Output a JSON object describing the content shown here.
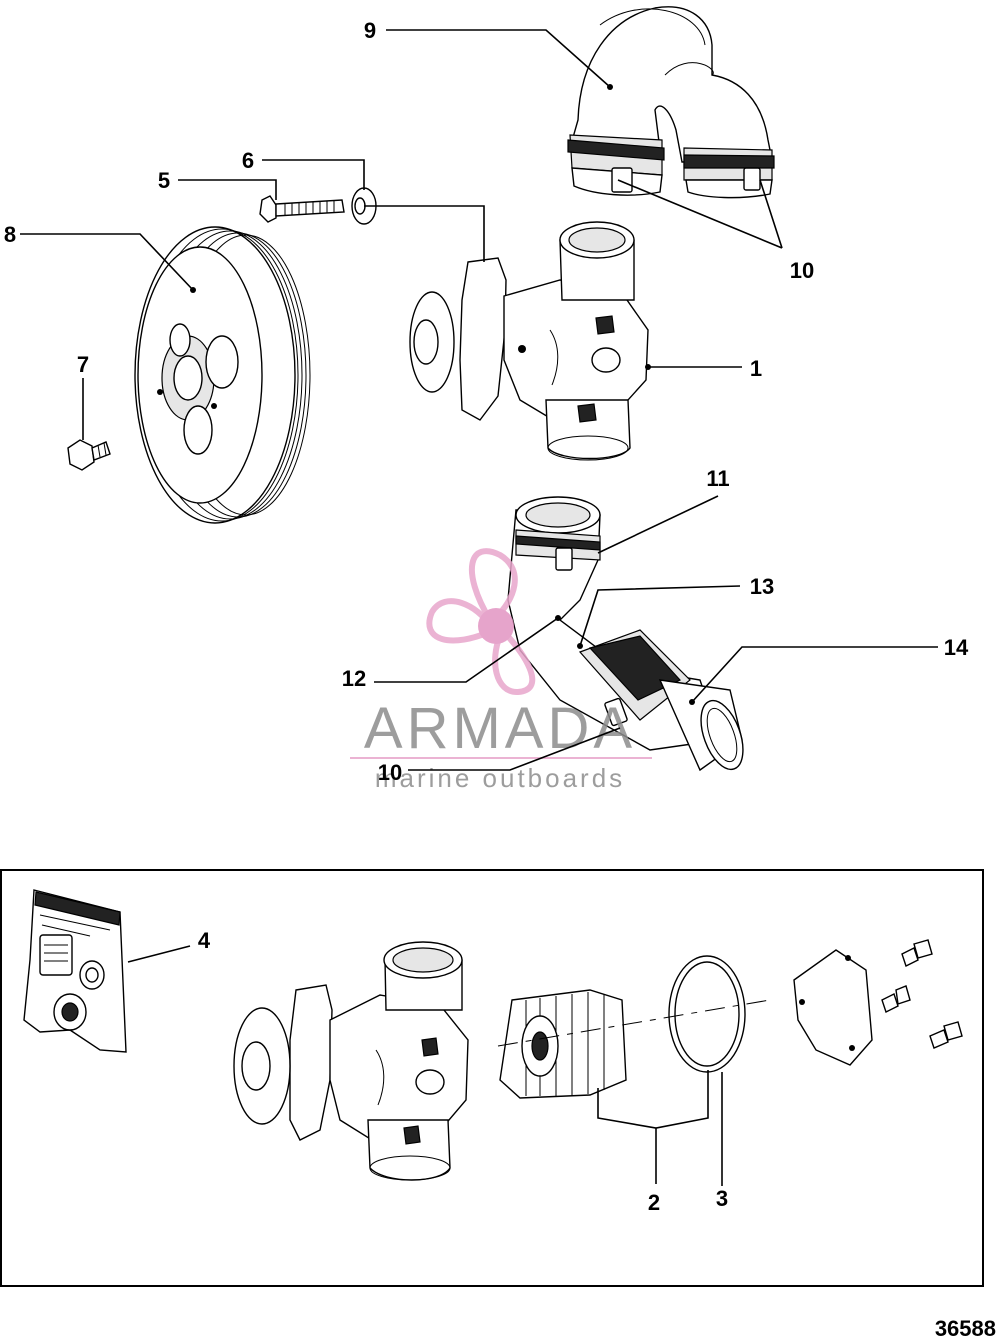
{
  "diagram": {
    "drawing_number": "36588",
    "callouts": {
      "c1": "1",
      "c2": "2",
      "c3": "3",
      "c4": "4",
      "c5": "5",
      "c6": "6",
      "c7": "7",
      "c8": "8",
      "c9": "9",
      "c10_top": "10",
      "c10_bottom": "10",
      "c11": "11",
      "c12": "12",
      "c13": "13",
      "c14": "14"
    }
  },
  "watermark": {
    "brand": "ARMADA",
    "tagline": "marine outboards",
    "colors": {
      "pink": "#e8a6cc",
      "pink_dark": "#e295c2",
      "gray": "#8c8c8c"
    }
  },
  "icons": {
    "watermark_logo": "propeller-icon"
  }
}
